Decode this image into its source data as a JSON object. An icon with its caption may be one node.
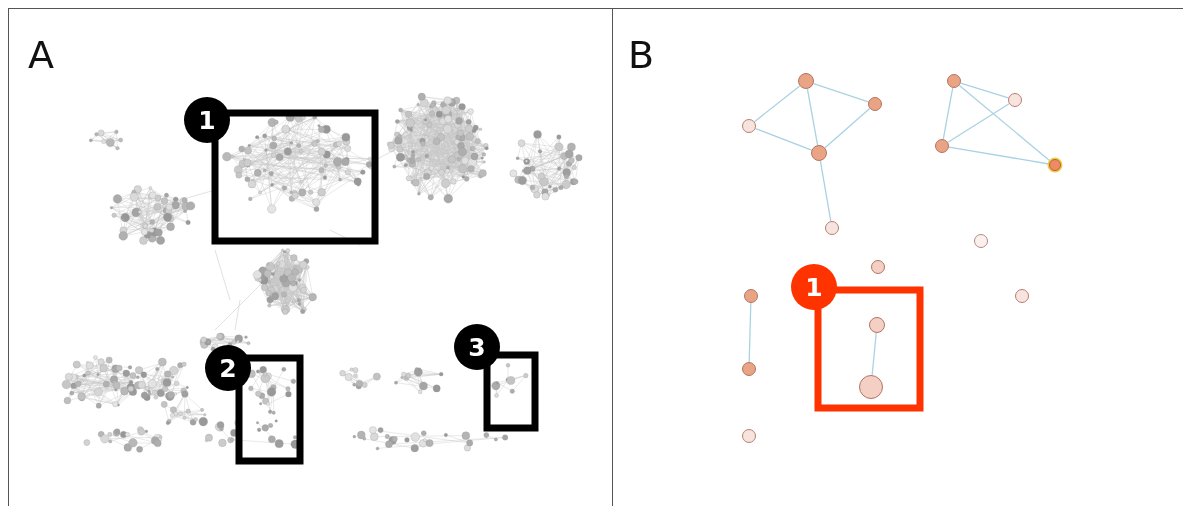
{
  "diagram": {
    "nodes": [
      {
        "text": [
          "1"
        ]
      },
      {
        "text": [
          "2"
        ]
      },
      {
        "text": [
          "3"
        ]
      },
      {
        "text": [],
        "shape": "circle"
      },
      {
        "text": [],
        "shape": "circle"
      },
      {
        "text": [],
        "shape": "circle"
      },
      {
        "text": [],
        "shape": "circle"
      },
      {
        "text": [],
        "shape": "circle"
      },
      {
        "text": [],
        "shape": "circle"
      },
      {
        "text": [],
        "shape": "circle"
      },
      {
        "text": [],
        "shape": "circle"
      },
      {
        "text": [],
        "shape": "circle"
      },
      {
        "text": [],
        "shape": "circle"
      },
      {
        "text": [],
        "shape": "circle"
      },
      {
        "text": [
          "1"
        ]
      },
      {
        "text": [],
        "shape": "circle"
      },
      {
        "text": [],
        "shape": "circle"
      },
      {
        "text": [],
        "shape": "circle"
      },
      {
        "text": [],
        "shape": "circle"
      },
      {
        "text": [],
        "shape": "circle"
      },
      {
        "text": [],
        "shape": "circle"
      }
    ],
    "edges": [
      {
        "from": 3,
        "to": 7,
        "arrow": "none"
      },
      {
        "from": 3,
        "to": 6,
        "arrow": "none"
      },
      {
        "from": 3,
        "to": 9,
        "arrow": "none"
      },
      {
        "from": 7,
        "to": 9,
        "arrow": "none"
      },
      {
        "from": 6,
        "to": 9,
        "arrow": "none"
      },
      {
        "from": 9,
        "to": 11,
        "arrow": "none"
      },
      {
        "from": 4,
        "to": 5,
        "arrow": "none"
      },
      {
        "from": 4,
        "to": 8,
        "arrow": "none"
      },
      {
        "from": 4,
        "to": 10,
        "arrow": "none"
      },
      {
        "from": 8,
        "to": 5,
        "arrow": "none"
      },
      {
        "from": 8,
        "to": 10,
        "arrow": "none"
      },
      {
        "from": 15,
        "to": 18,
        "arrow": "none"
      },
      {
        "from": 17,
        "to": 19,
        "arrow": "none"
      }
    ],
    "labels": [
      "A",
      "B"
    ]
  }
}
